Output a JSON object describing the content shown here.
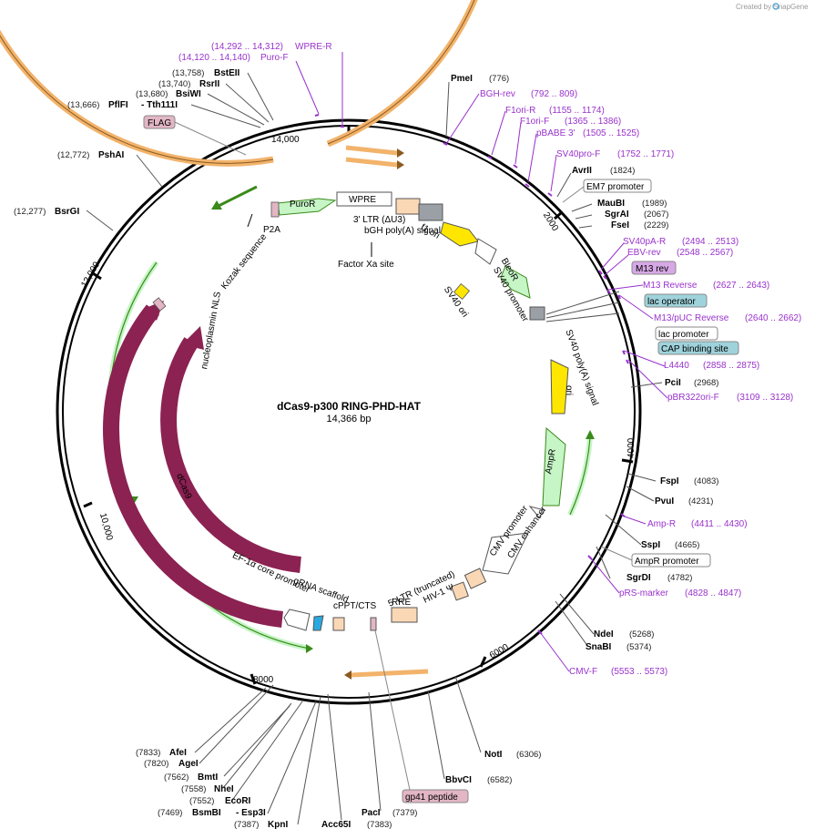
{
  "credit": "Created by SnapGene",
  "plasmid": {
    "name": "dCas9-p300 RING-PHD-HAT",
    "size_label": "14,366 bp"
  },
  "ticks": [
    "14,000",
    "2000",
    "4000",
    "6000",
    "8000",
    "10,000",
    "12,000"
  ],
  "enzymes": [
    {
      "name": "PmeI",
      "pos": "(776)"
    },
    {
      "name": "AvrII",
      "pos": "(1824)"
    },
    {
      "name": "MauBI",
      "pos": "(1989)"
    },
    {
      "name": "SgrAI",
      "pos": "(2067)"
    },
    {
      "name": "FseI",
      "pos": "(2229)"
    },
    {
      "name": "PciI",
      "pos": "(2968)"
    },
    {
      "name": "FspI",
      "pos": "(4083)"
    },
    {
      "name": "PvuI",
      "pos": "(4231)"
    },
    {
      "name": "SspI",
      "pos": "(4665)"
    },
    {
      "name": "SgrDI",
      "pos": "(4782)"
    },
    {
      "name": "NdeI",
      "pos": "(5268)"
    },
    {
      "name": "SnaBI",
      "pos": "(5374)"
    },
    {
      "name": "NotI",
      "pos": "(6306)"
    },
    {
      "name": "BbvCI",
      "pos": "(6582)"
    },
    {
      "name": "PacI",
      "pos": "(7379)"
    },
    {
      "name": "Acc65I",
      "pos": "(7383)"
    },
    {
      "name": "KpnI",
      "pos": "(7387)"
    },
    {
      "name": "BsmBI",
      "pos": "(7469)"
    },
    {
      "name": "- Esp3I",
      "pos": ""
    },
    {
      "name": "EcoRI",
      "pos": "(7552)"
    },
    {
      "name": "NheI",
      "pos": "(7558)"
    },
    {
      "name": "BmtI",
      "pos": "(7562)"
    },
    {
      "name": "AgeI",
      "pos": "(7820)"
    },
    {
      "name": "AfeI",
      "pos": "(7833)"
    },
    {
      "name": "BsrGI",
      "pos": "(12,277)"
    },
    {
      "name": "PshAI",
      "pos": "(12,772)"
    },
    {
      "name": "PflFI",
      "pos": "(13,666)"
    },
    {
      "name": "- Tth111I",
      "pos": ""
    },
    {
      "name": "BsiWI",
      "pos": "(13,680)"
    },
    {
      "name": "RsrII",
      "pos": "(13,740)"
    },
    {
      "name": "BstEII",
      "pos": "(13,758)"
    }
  ],
  "primers": [
    {
      "name": "WPRE-R",
      "pos": "(14,292 .. 14,312)"
    },
    {
      "name": "Puro-F",
      "pos": "(14,120 .. 14,140)"
    },
    {
      "name": "BGH-rev",
      "pos": "(792 .. 809)"
    },
    {
      "name": "F1ori-R",
      "pos": "(1155 .. 1174)"
    },
    {
      "name": "F1ori-F",
      "pos": "(1365 .. 1386)"
    },
    {
      "name": "pBABE 3'",
      "pos": "(1505 .. 1525)"
    },
    {
      "name": "SV40pro-F",
      "pos": "(1752 .. 1771)"
    },
    {
      "name": "SV40pA-R",
      "pos": "(2494 .. 2513)"
    },
    {
      "name": "EBV-rev",
      "pos": "(2548 .. 2567)"
    },
    {
      "name": "M13 Reverse",
      "pos": "(2627 .. 2643)"
    },
    {
      "name": "M13/pUC Reverse",
      "pos": "(2640 .. 2662)"
    },
    {
      "name": "L4440",
      "pos": "(2858 .. 2875)"
    },
    {
      "name": "pBR322ori-F",
      "pos": "(3109 .. 3128)"
    },
    {
      "name": "Amp-R",
      "pos": "(4411 .. 4430)"
    },
    {
      "name": "pRS-marker",
      "pos": "(4828 .. 4847)"
    },
    {
      "name": "CMV-F",
      "pos": "(5553 .. 5573)"
    }
  ],
  "boxed_labels": [
    {
      "name": "FLAG"
    },
    {
      "name": "EM7 promoter"
    },
    {
      "name": "M13 rev"
    },
    {
      "name": "lac operator"
    },
    {
      "name": "lac promoter"
    },
    {
      "name": "CAP binding site"
    },
    {
      "name": "AmpR promoter"
    },
    {
      "name": "gp41 peptide"
    }
  ],
  "features": [
    {
      "name": "PuroR"
    },
    {
      "name": "WPRE"
    },
    {
      "name": "P2A"
    },
    {
      "name": "3' LTR (ΔU3)"
    },
    {
      "name": "f1 ori"
    },
    {
      "name": "bGH poly(A) signal"
    },
    {
      "name": "Factor Xa site"
    },
    {
      "name": "Kozak sequence"
    },
    {
      "name": "BleoR"
    },
    {
      "name": "SV40 promoter"
    },
    {
      "name": "SV40 ori"
    },
    {
      "name": "SV40 poly(A) signal"
    },
    {
      "name": "ori"
    },
    {
      "name": "AmpR"
    },
    {
      "name": "CMV enhancer"
    },
    {
      "name": "CMV promoter"
    },
    {
      "name": "5' LTR (truncated)"
    },
    {
      "name": "HIV-1 Ψ"
    },
    {
      "name": "RRE"
    },
    {
      "name": "cPPT/CTS"
    },
    {
      "name": "gRNA scaffold"
    },
    {
      "name": "EF-1α core promoter"
    },
    {
      "name": "Cas9"
    },
    {
      "name": "dCas9"
    },
    {
      "name": "nucleoplasmin NLS"
    }
  ],
  "colors": {
    "backbone": "#000000",
    "primer": "#9932cc",
    "cas9": "#8b2252",
    "orange_arc": "#f2b36b",
    "green_arc": "#c6f5c6",
    "yellow": "#ffe600",
    "peach": "#fbd8b5",
    "gray": "#9aa0a6",
    "pink": "#e2b6c4",
    "teal": "#9fd3dc",
    "purple_box": "#d7a8e6"
  }
}
